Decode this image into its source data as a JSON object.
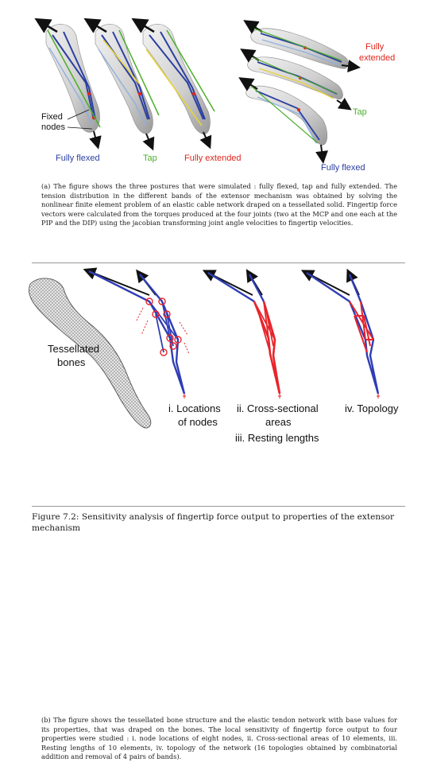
{
  "panel_a": {
    "labels": {
      "fixed_nodes": [
        "Fixed",
        "nodes"
      ],
      "fully_flexed_left": "Fully flexed",
      "tap_left": "Tap",
      "fully_extended_left": "Fully extended",
      "fully_extended_right": [
        "Fully",
        "extended"
      ],
      "tap_right": "Tap",
      "fully_flexed_right": "Fully flexed"
    },
    "caption": "(a) The figure shows the three postures that were simulated : fully flexed, tap and fully extended. The tension distribution in the different bands of the extensor mechanism was obtained by solving the nonlinear finite element problem of an elastic cable network draped on a tessellated solid. Fingertip force vectors were calculated from the torques produced at the four joints (two at the MCP and one each at the PIP and the DIP) using the jacobian transforming joint angle velocities to fingertip velocities."
  },
  "panel_b": {
    "labels": {
      "tessellated": [
        "Tessellated",
        "bones"
      ],
      "locations": [
        "i. Locations",
        "of nodes"
      ],
      "cross_sectional": [
        "ii. Cross-sectional",
        "areas"
      ],
      "resting": "iii. Resting lengths",
      "topology": "iv. Topology"
    },
    "caption": "(b) The figure shows the tessellated bone structure and the elastic tendon network with base values for its properties, that was draped on the bones. The local sensitivity of fingertip force output to four properties were studied : i. node locations of eight nodes, ii. Cross-sectional areas of 10 elements, iii. Resting lengths of 10 elements, iv. topology of the network (16 topologies obtained by combinatorial addition and removal of 4 pairs of bands)."
  },
  "figure_caption": "Figure 7.2: Sensitivity analysis of fingertip force output to properties of the extensor mechanism",
  "colors": {
    "flexed": "#2b3fa0",
    "tap": "#4caf2a",
    "extended": "#e0261c",
    "network_blue": "#2f3db5",
    "network_red": "#e8242b",
    "bone": "#cfcfcf"
  }
}
